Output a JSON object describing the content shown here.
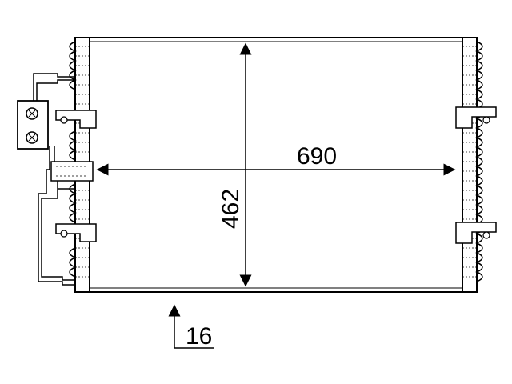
{
  "drawing": {
    "width_label": "690",
    "height_label": "462",
    "depth_label": "16"
  }
}
